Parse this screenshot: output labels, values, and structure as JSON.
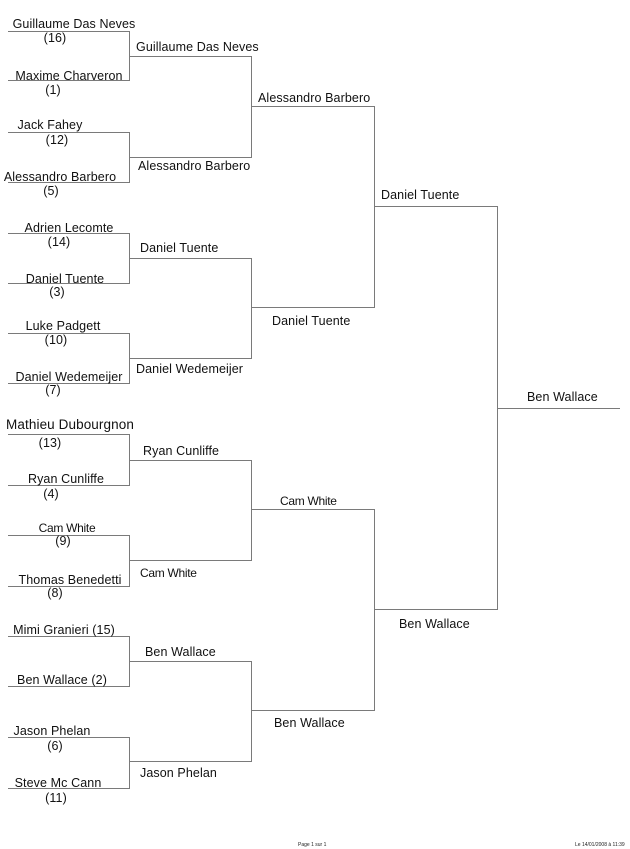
{
  "round1": [
    {
      "name": "Guillaume Das Neves",
      "seed": "(16)"
    },
    {
      "name": "Maxime Charveron",
      "seed": "(1)"
    },
    {
      "name": "Jack Fahey",
      "seed": "(12)"
    },
    {
      "name": "Alessandro Barbero",
      "seed": "(5)"
    },
    {
      "name": "Adrien Lecomte",
      "seed": "(14)"
    },
    {
      "name": "Daniel Tuente",
      "seed": "(3)"
    },
    {
      "name": "Luke Padgett",
      "seed": "(10)"
    },
    {
      "name": "Daniel Wedemeijer",
      "seed": "(7)"
    },
    {
      "name": "Mathieu Dubourgnon",
      "seed": "(13)"
    },
    {
      "name": "Ryan Cunliffe",
      "seed": "(4)"
    },
    {
      "name": "Cam White",
      "seed": "(9)"
    },
    {
      "name": "Thomas Benedetti",
      "seed": "(8)"
    },
    {
      "name": "Mimi Granieri (15)",
      "seed": ""
    },
    {
      "name": "Ben Wallace (2)",
      "seed": ""
    },
    {
      "name": "Jason Phelan",
      "seed": "(6)"
    },
    {
      "name": "Steve Mc Cann",
      "seed": "(11)"
    }
  ],
  "round2": [
    "Guillaume Das Neves",
    "Alessandro Barbero",
    "Daniel Tuente",
    "Daniel Wedemeijer",
    "Ryan Cunliffe",
    "Cam White",
    "Ben Wallace",
    "Jason Phelan"
  ],
  "round3": [
    "Alessandro Barbero",
    "Daniel Tuente",
    "Cam White",
    "Ben Wallace"
  ],
  "round4": [
    "Daniel Tuente",
    "Ben Wallace"
  ],
  "champion": "Ben Wallace",
  "footer": {
    "page": "Page 1 sur 1",
    "date": "Le 14/01/2008 à 11:39"
  },
  "line_color": "#7a7a7a"
}
